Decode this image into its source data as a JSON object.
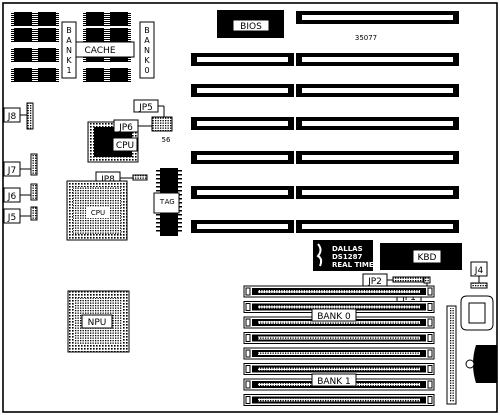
{
  "labels": {
    "bios": "BIOS",
    "part_number": "35077",
    "cache_bank1_chars": [
      "B",
      "A",
      "N",
      "K",
      "1"
    ],
    "cache_bank0_chars": [
      "B",
      "A",
      "N",
      "K",
      "0"
    ],
    "cache": "CACHE",
    "cpu": "CPU",
    "cpu_socket": "CPU",
    "jp5": "JP5",
    "jp6": "JP6",
    "jp6_pins": "56",
    "jp8": "JP8",
    "tag_chars": [
      "T",
      "A",
      "G"
    ],
    "j8": "J8",
    "j7": "J7",
    "j6": "J6",
    "j5": "J5",
    "npu": "NPU",
    "dallas_line1": "DALLAS",
    "dallas_line2": "DS1287",
    "dallas_line3": "REAL TIME",
    "kbd": "KBD",
    "j4": "J4",
    "jp2": "JP2",
    "jp1": "JP1",
    "simm_bank0": "BANK 0",
    "simm_bank1": "BANK 1"
  },
  "colors": {
    "ink": "#000000",
    "paper": "#ffffff"
  }
}
